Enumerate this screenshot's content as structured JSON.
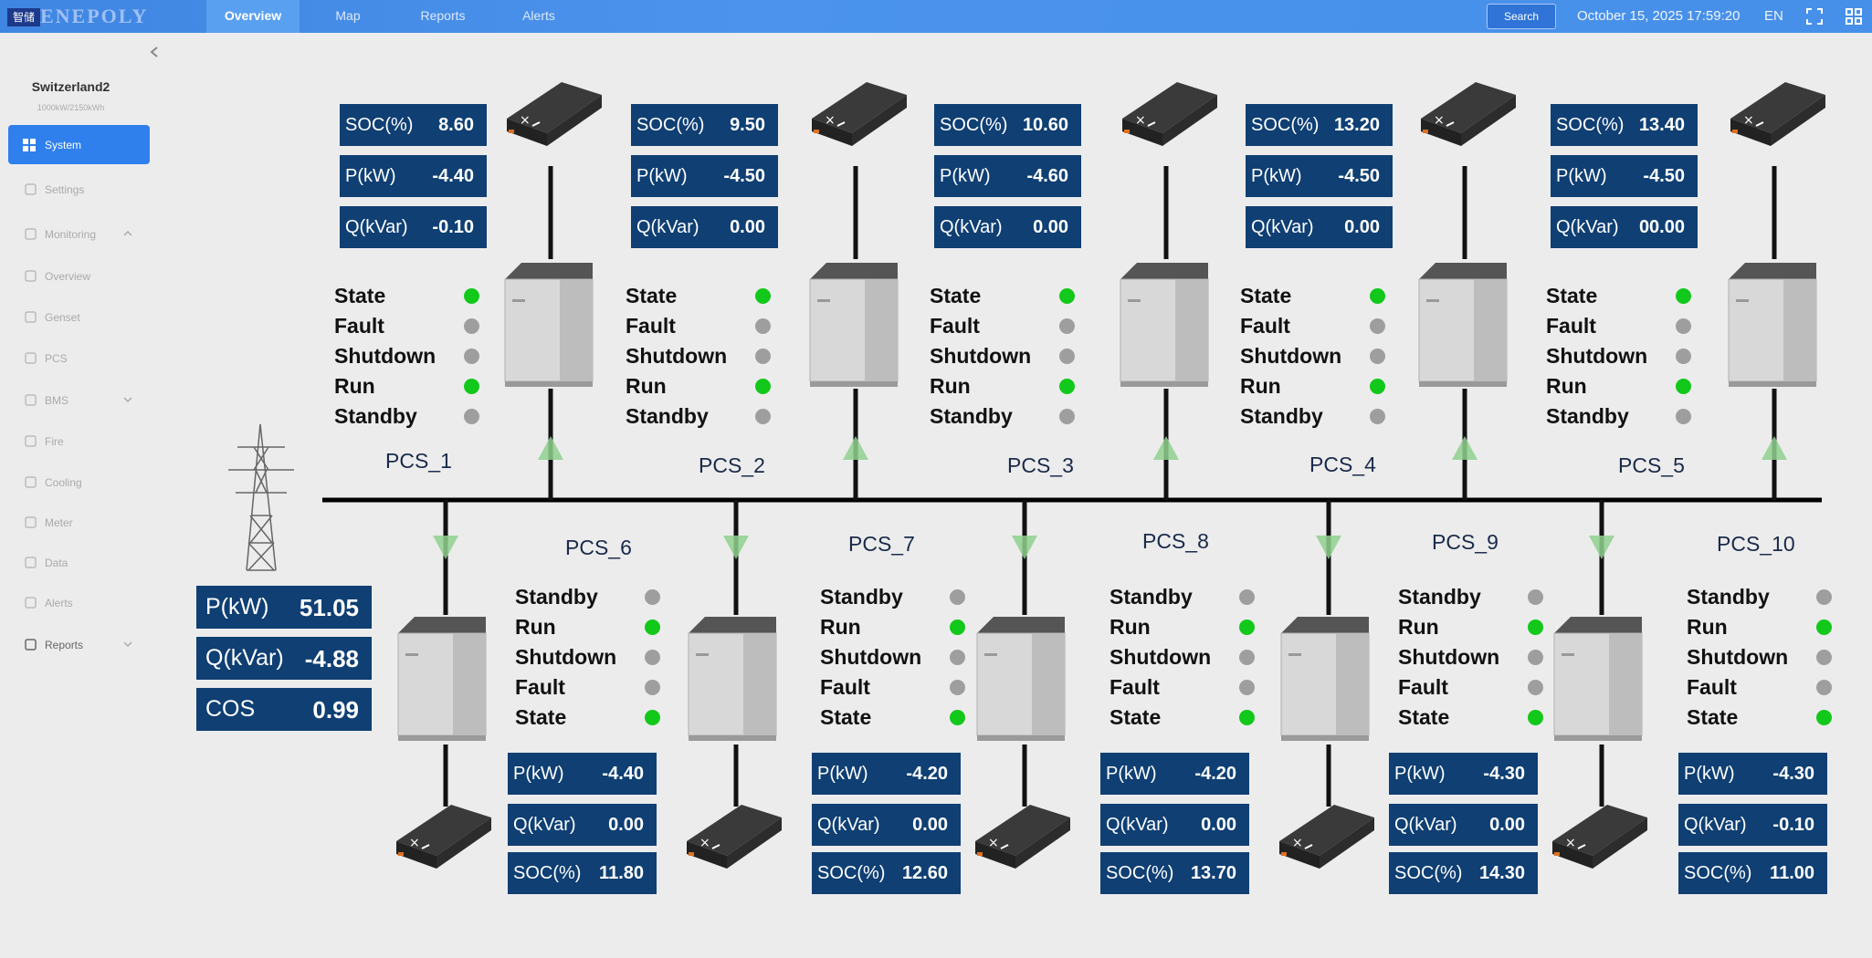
{
  "header": {
    "logo_badge": "智储",
    "logo_text": "ENEPOLY",
    "tabs": [
      "Overview",
      "Map",
      "Reports",
      "Alerts"
    ],
    "search_label": "Search",
    "datetime": "October 15, 2025 17:59:20",
    "language": "EN"
  },
  "sidebar": {
    "site_name": "Switzerland2",
    "site_capacity": "1000kW/2150kWh",
    "active_item": "System",
    "items": [
      {
        "label": "Settings",
        "icon": "gear-icon"
      },
      {
        "label": "Monitoring",
        "icon": "monitor-icon"
      },
      {
        "label": "Overview",
        "icon": "home-icon"
      },
      {
        "label": "Genset",
        "icon": "genset-icon"
      },
      {
        "label": "PCS",
        "icon": "pcs-icon"
      },
      {
        "label": "BMS",
        "icon": "bms-icon"
      },
      {
        "label": "Fire",
        "icon": "fire-icon"
      },
      {
        "label": "Cooling",
        "icon": "cooling-icon"
      },
      {
        "label": "Meter",
        "icon": "meter-icon"
      },
      {
        "label": "Data",
        "icon": "data-icon"
      },
      {
        "label": "Alerts",
        "icon": "alert-icon"
      },
      {
        "label": "Reports",
        "icon": "chart-icon"
      }
    ]
  },
  "grid": [
    {
      "label": "P(kW)",
      "value": "51.05"
    },
    {
      "label": "Q(kVar)",
      "value": "-4.88"
    },
    {
      "label": "COS",
      "value": "0.99"
    }
  ],
  "status_labels": [
    "State",
    "Fault",
    "Shutdown",
    "Run",
    "Standby"
  ],
  "pcs_top": [
    {
      "name": "PCS_1",
      "soc": "8.60",
      "p": "-4.40",
      "q": "-0.10",
      "states": [
        true,
        false,
        false,
        true,
        false
      ]
    },
    {
      "name": "PCS_2",
      "soc": "9.50",
      "p": "-4.50",
      "q": "0.00",
      "states": [
        true,
        false,
        false,
        true,
        false
      ]
    },
    {
      "name": "PCS_3",
      "soc": "10.60",
      "p": "-4.60",
      "q": "0.00",
      "states": [
        true,
        false,
        false,
        true,
        false
      ]
    },
    {
      "name": "PCS_4",
      "soc": "13.20",
      "p": "-4.50",
      "q": "0.00",
      "states": [
        true,
        false,
        false,
        true,
        false
      ]
    },
    {
      "name": "PCS_5",
      "soc": "13.40",
      "p": "-4.50",
      "q": "00.00",
      "states": [
        true,
        false,
        false,
        true,
        false
      ]
    }
  ],
  "pcs_bottom": [
    {
      "name": "PCS_6",
      "soc": "11.80",
      "p": "-4.40",
      "q": "0.00",
      "states": [
        false,
        true,
        false,
        false,
        true
      ]
    },
    {
      "name": "PCS_7",
      "soc": "12.60",
      "p": "-4.20",
      "q": "0.00",
      "states": [
        false,
        true,
        false,
        false,
        true
      ]
    },
    {
      "name": "PCS_8",
      "soc": "13.70",
      "p": "-4.20",
      "q": "0.00",
      "states": [
        false,
        true,
        false,
        false,
        true
      ]
    },
    {
      "name": "PCS_9",
      "soc": "14.30",
      "p": "-4.30",
      "q": "0.00",
      "states": [
        false,
        true,
        false,
        false,
        true
      ]
    },
    {
      "name": "PCS_10",
      "soc": "11.00",
      "p": "-4.30",
      "q": "-0.10",
      "states": [
        false,
        true,
        false,
        false,
        true
      ]
    }
  ],
  "metric_labels": {
    "soc": "SOC(%)",
    "p": "P(kW)",
    "q": "Q(kVar)"
  },
  "colors": {
    "header": "#4690ea",
    "panel": "#0f3f73",
    "on": "#12c81a",
    "off": "#9e9e9e",
    "arrow": "#8fd18f"
  }
}
